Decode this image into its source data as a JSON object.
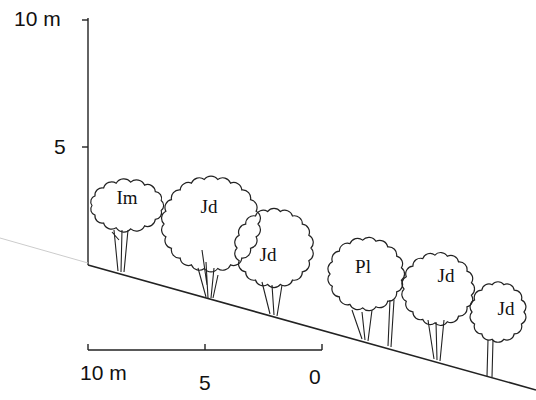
{
  "diagram": {
    "nodes": [
      {
        "text": [
          "Im"
        ]
      },
      {
        "text": [
          "Jd"
        ]
      },
      {
        "text": [
          "Jd"
        ]
      },
      {
        "text": [
          "Pl"
        ]
      },
      {
        "text": [
          "Jd"
        ]
      },
      {
        "text": [
          "Jd"
        ]
      }
    ],
    "labels": [
      "10 m",
      "5",
      "10 m",
      "5",
      "0"
    ]
  }
}
